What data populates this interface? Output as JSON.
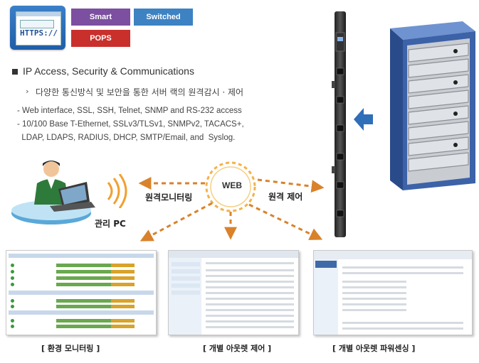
{
  "tags": {
    "smart": "Smart",
    "switched": "Switched",
    "pops": "POPS"
  },
  "https_icon_text": "HTTPS://",
  "header": "IP Access, Security & Communications",
  "subheader": "다양한 통신방식 및 보안을 통한 서버 랙의 원격감시 · 제어",
  "features": [
    "- Web interface, SSL, SSH, Telnet, SNMP and RS-232 access",
    "- 10/100 Base T-Ethernet, SSLv3/TLSv1, SNMPv2, TACACS+,",
    "  LDAP, LDAPS, RADIUS, DHCP, SMTP/Email, and  Syslog."
  ],
  "web_label": "WEB",
  "remote_monitoring": "원격모니터링",
  "remote_control": "원격 제어",
  "admin_pc": "관리 PC",
  "captions": [
    "[ 환경 모니터링 ]",
    "[ 개별 아웃렛 제어 ]",
    "[ 개별 아웃렛 파워센싱 ]"
  ],
  "colors": {
    "orange_arrow": "#d9822b",
    "blue_arrow": "#2f6eb8",
    "rack": "#4a6fb0"
  },
  "icons": [
    "https-window-icon",
    "person-at-laptop-icon",
    "wireless-signal-icon",
    "pdu-strip-icon",
    "server-rack-icon",
    "cloud-ring-icon"
  ]
}
